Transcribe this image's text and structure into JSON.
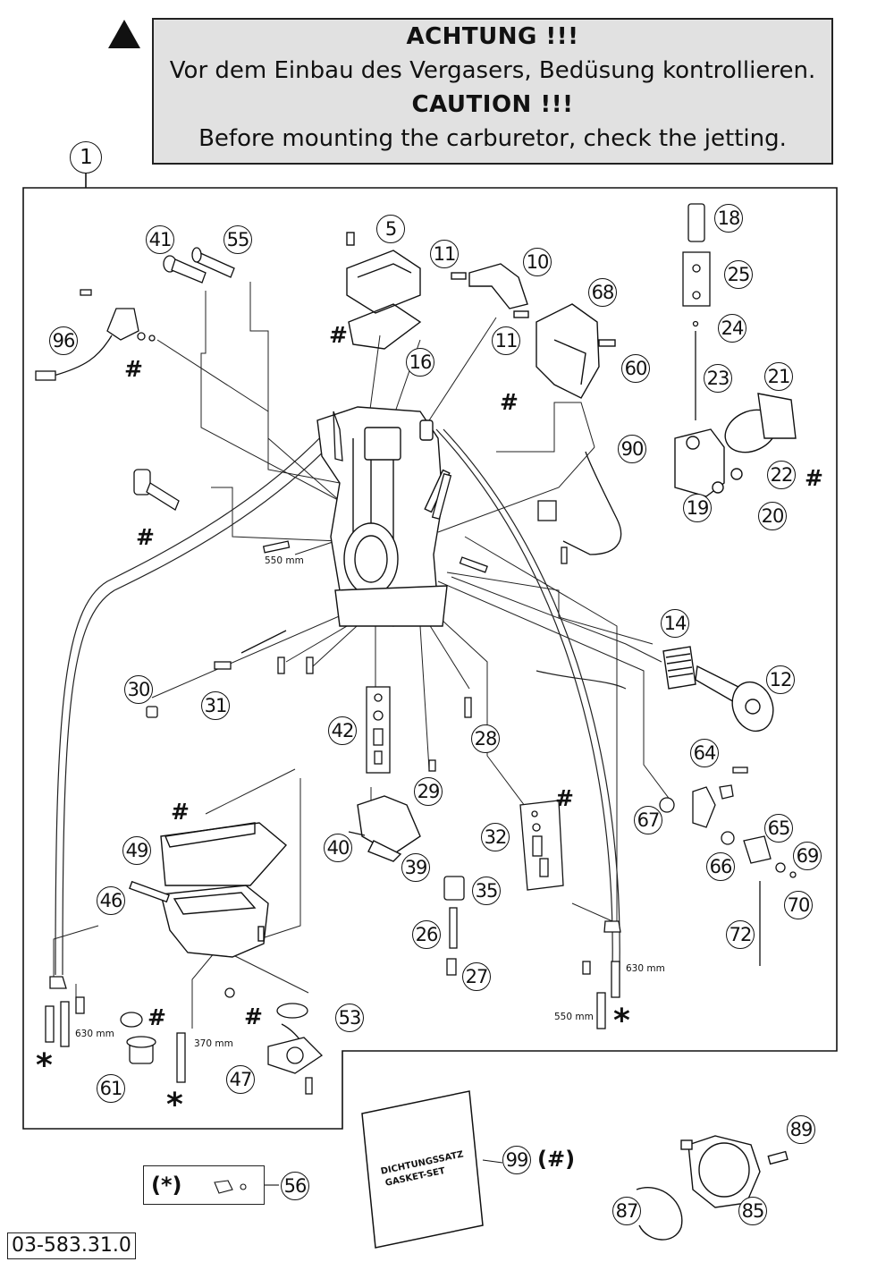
{
  "caution": {
    "heading_de": "ACHTUNG !!!",
    "text_de": "Vor dem Einbau des Vergasers, Bedüsung kontrollieren.",
    "heading_en": "CAUTION !!!",
    "text_en": "Before mounting the carburetor, check the jetting."
  },
  "reference_code": "03-583.31.0",
  "callouts": {
    "c1": "1",
    "c5": "5",
    "c10": "10",
    "c11a": "11",
    "c11b": "11",
    "c12": "12",
    "c14": "14",
    "c16": "16",
    "c18": "18",
    "c19": "19",
    "c20": "20",
    "c21": "21",
    "c22": "22",
    "c23": "23",
    "c24": "24",
    "c25": "25",
    "c26": "26",
    "c27": "27",
    "c28": "28",
    "c29": "29",
    "c30": "30",
    "c31": "31",
    "c32": "32",
    "c35": "35",
    "c39": "39",
    "c40": "40",
    "c41": "41",
    "c42": "42",
    "c46": "46",
    "c47": "47",
    "c49": "49",
    "c53": "53",
    "c55": "55",
    "c56": "56",
    "c60": "60",
    "c61": "61",
    "c64": "64",
    "c65": "65",
    "c66": "66",
    "c67": "67",
    "c68": "68",
    "c69": "69",
    "c70": "70",
    "c72": "72",
    "c85": "85",
    "c87": "87",
    "c89": "89",
    "c90": "90",
    "c96": "96",
    "c99": "99"
  },
  "marks": {
    "hash": "#",
    "hash_paren": "(#)",
    "star": "*",
    "star_paren": "(*)"
  },
  "dimensions": {
    "d550a": "550 mm",
    "d550b": "550 mm",
    "d630a": "630 mm",
    "d630b": "630 mm",
    "d370": "370 mm"
  },
  "gasket_bag": {
    "line1": "DICHTUNGSSATZ",
    "line2": "GASKET-SET"
  }
}
